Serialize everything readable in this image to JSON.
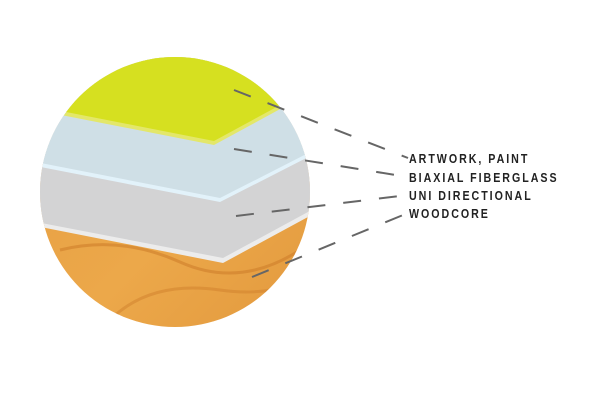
{
  "layers": [
    {
      "label": "ARTWORK, PAINT",
      "color": "#d6e020"
    },
    {
      "label": "BIAXIAL FIBERGLASS",
      "color": "#cfdfe6"
    },
    {
      "label": "UNI DIRECTIONAL",
      "color": "#d3d3d4"
    },
    {
      "label": "WOODCORE",
      "color": "#e39a3f"
    }
  ]
}
